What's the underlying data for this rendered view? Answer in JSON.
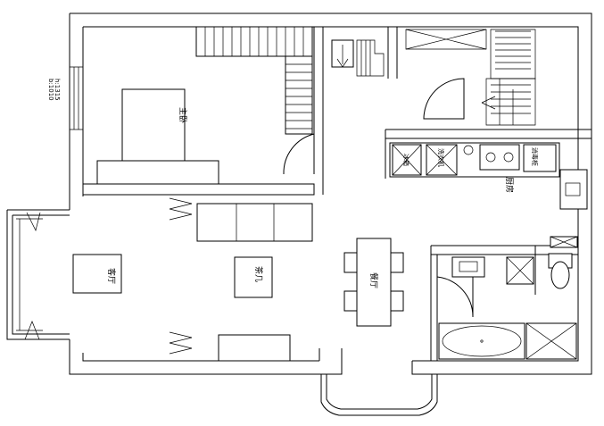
{
  "rooms": {
    "bedroom": "主卧",
    "living": "客厅",
    "table": "茶几",
    "dining": "餐厅",
    "kitchen": "厨房"
  },
  "appliances": {
    "fridge": "冰箱",
    "washer": "洗衣机",
    "cabinet": "消毒柜"
  },
  "dimensions": {
    "height": "h:1315",
    "width": "b:1010"
  }
}
